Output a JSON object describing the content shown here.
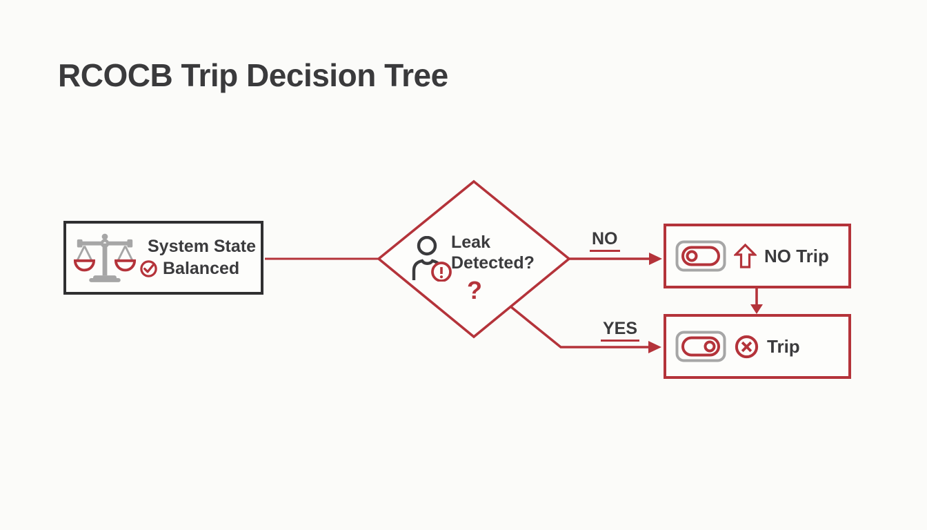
{
  "title": "RCOCB Trip Decision Tree",
  "flowchart": {
    "start": {
      "title": "System State",
      "status": "Balanced",
      "icon": "balance-scale-icon",
      "status_icon": "check-circle-icon"
    },
    "decision": {
      "question": "Leak Detected?",
      "mark": "?",
      "icon": "person-alert-icon"
    },
    "edges": {
      "no": {
        "label": "NO"
      },
      "yes": {
        "label": "YES"
      }
    },
    "outcomes": {
      "no_trip": {
        "label": "NO Trip",
        "icons": [
          "toggle-off-icon",
          "arrow-up-icon"
        ]
      },
      "trip": {
        "label": "Trip",
        "icons": [
          "toggle-on-icon",
          "x-circle-icon"
        ]
      }
    }
  },
  "colors": {
    "accent_red": "#B4333A",
    "text_dark": "#3B3B3D",
    "icon_gray": "#A6A6A6",
    "box_border_dark": "#2F2F31",
    "background": "#FBFBF9"
  }
}
